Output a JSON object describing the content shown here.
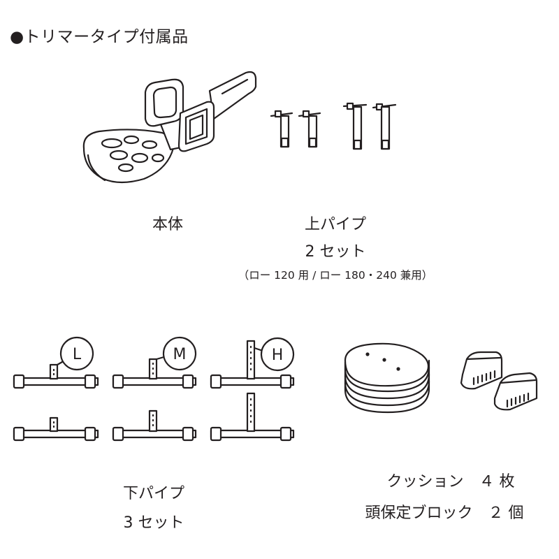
{
  "heading": "●トリマータイプ付属品",
  "items": {
    "body": {
      "name": "本体"
    },
    "upper_pipe": {
      "name": "上パイプ",
      "qty": "2 セット",
      "note": "（ロー 120 用 / ロー 180・240 兼用）"
    },
    "lower_pipe": {
      "name": "下パイプ",
      "qty": "3 セット",
      "sizes": [
        "L",
        "M",
        "H"
      ]
    },
    "cushion": {
      "line": "クッション　４ 枚"
    },
    "head_block": {
      "line": "頭保定ブロック　２ 個"
    }
  }
}
